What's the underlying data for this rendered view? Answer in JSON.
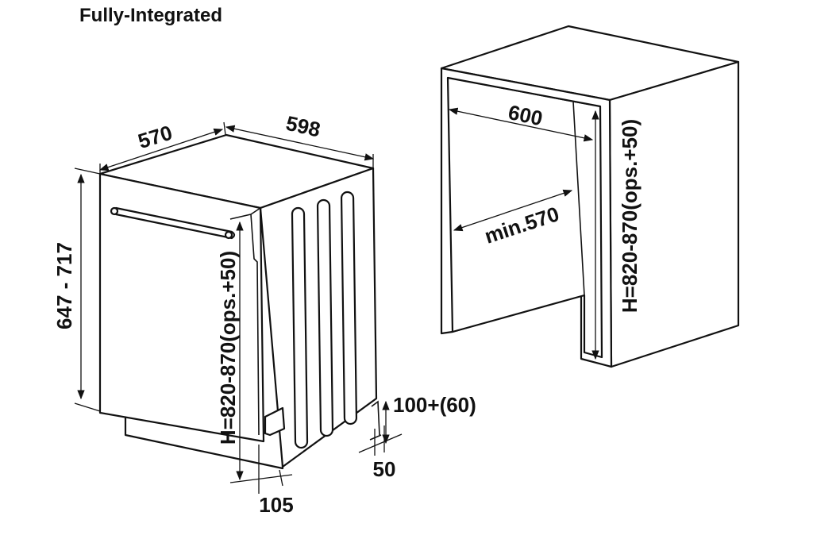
{
  "title": "Fully-Integrated",
  "appliance": {
    "width_label": "570",
    "depth_label": "598",
    "panel_height_label": "647 - 717",
    "height_label": "H=820-870(ops.+50)",
    "plinth_label": "100+(60)",
    "plinth_depth_label": "50",
    "door_offset_label": "105"
  },
  "niche": {
    "width_label": "600",
    "depth_label": "min.570",
    "height_label": "H=820-870(ops.+50)"
  },
  "colors": {
    "line": "#111111",
    "background": "#ffffff"
  }
}
